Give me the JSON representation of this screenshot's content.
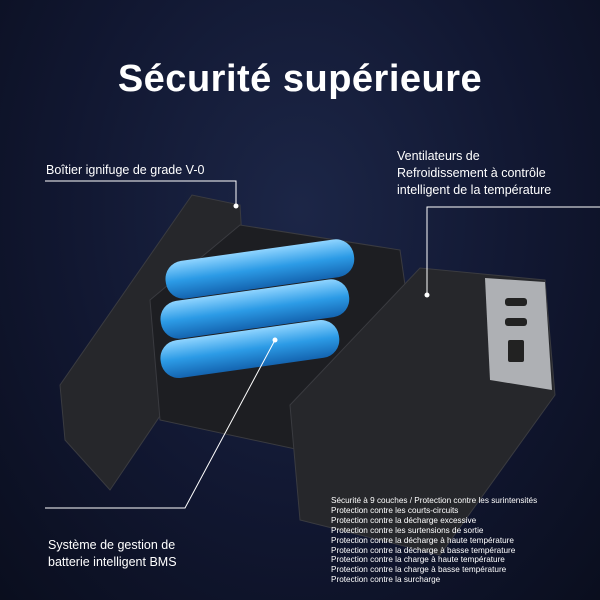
{
  "title": "Sécurité supérieure",
  "labels": {
    "case": "Boîtier ignifuge de grade V-0",
    "fans": [
      "Ventilateurs de",
      "Refroidissement à contrôle",
      "intelligent de la température"
    ],
    "bms": [
      "Système de gestion de",
      "batterie intelligent BMS"
    ]
  },
  "features": [
    "Sécurité à 9 couches / Protection contre les surintensités",
    "Protection contre les courts-circuits",
    "Protection contre la décharge excessive",
    "Protection contre les surtensions de sortie",
    "Protection contre la décharge à haute température",
    "Protection contre la décharge à basse température",
    "Protection contre la charge à haute température",
    "Protection contre la charge à basse température",
    "Protection contre la surcharge"
  ],
  "colors": {
    "background": "#111731",
    "battery": "#3aa6e8",
    "housing": "#2a2b2f"
  }
}
